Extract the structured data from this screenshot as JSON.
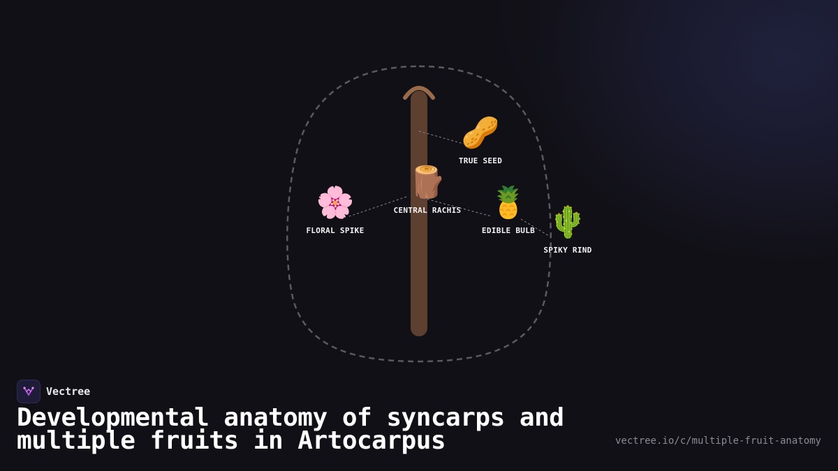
{
  "brand": {
    "name": "Vectree"
  },
  "title": "Developmental anatomy of syncarps and multiple fruits in Artocarpus",
  "url": "vectree.io/c/multiple-fruit-anatomy",
  "colors": {
    "background": "#111016",
    "stem": "#5e4030",
    "stem_cap": "#9a6b48",
    "outline": "#5a5a62",
    "connector": "#8a8a94",
    "logo_accent": "#b04cd8"
  },
  "nodes": [
    {
      "id": "true-seed",
      "icon": "peanut-icon",
      "emoji": "🥜",
      "label": "TRUE SEED"
    },
    {
      "id": "central-rachis",
      "icon": "wood-log-icon",
      "emoji": "🪵",
      "label": "CENTRAL RACHIS"
    },
    {
      "id": "floral-spike",
      "icon": "cherry-blossom-icon",
      "emoji": "🌸",
      "label": "FLORAL SPIKE"
    },
    {
      "id": "edible-bulb",
      "icon": "pineapple-icon",
      "emoji": "🍍",
      "label": "EDIBLE BULB"
    },
    {
      "id": "spiky-rind",
      "icon": "cactus-icon",
      "emoji": "🌵",
      "label": "SPIKY RIND"
    }
  ]
}
